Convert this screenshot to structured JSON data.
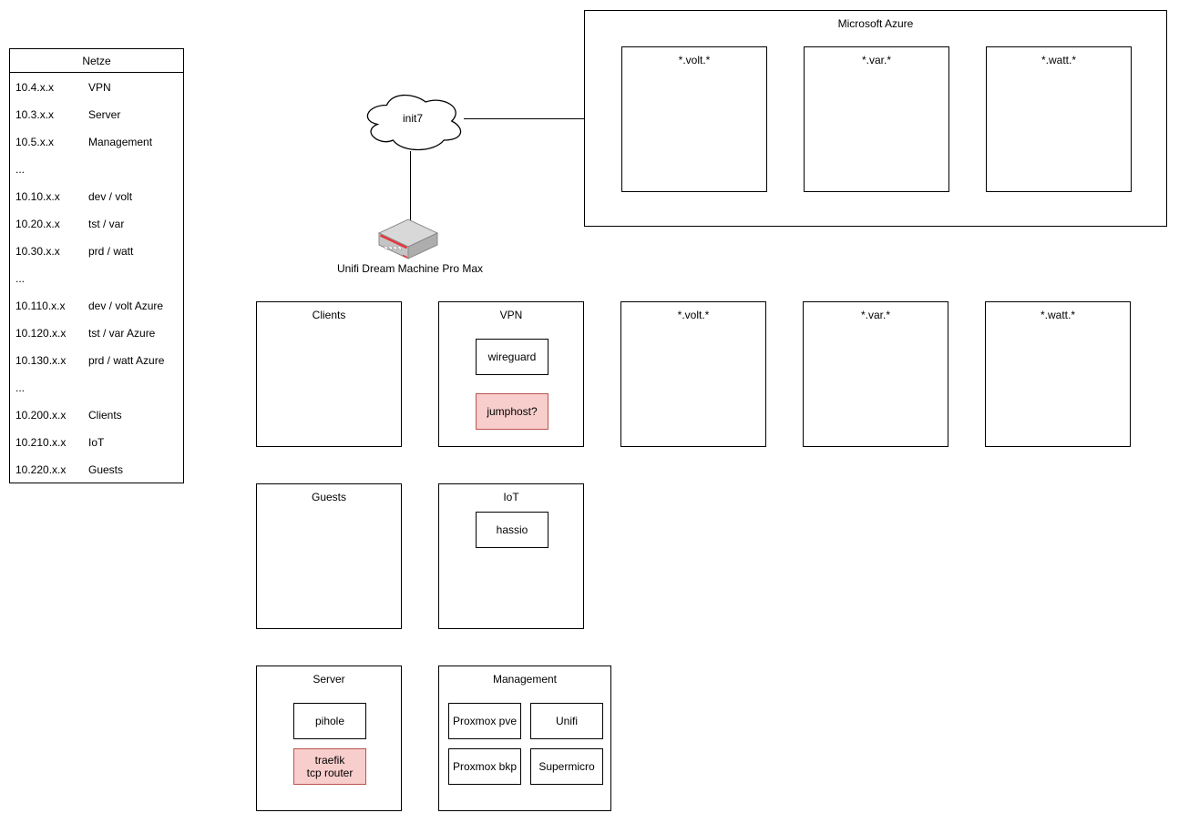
{
  "netze": {
    "title": "Netze",
    "rows": [
      {
        "ip": "10.4.x.x",
        "name": "VPN"
      },
      {
        "ip": "10.3.x.x",
        "name": "Server"
      },
      {
        "ip": "10.5.x.x",
        "name": "Management"
      },
      {
        "ip": "...",
        "name": ""
      },
      {
        "ip": "10.10.x.x",
        "name": "dev / volt"
      },
      {
        "ip": "10.20.x.x",
        "name": "tst / var"
      },
      {
        "ip": "10.30.x.x",
        "name": "prd / watt"
      },
      {
        "ip": "...",
        "name": ""
      },
      {
        "ip": "10.110.x.x",
        "name": "dev / volt Azure"
      },
      {
        "ip": "10.120.x.x",
        "name": "tst / var Azure"
      },
      {
        "ip": "10.130.x.x",
        "name": "prd / watt Azure"
      },
      {
        "ip": "...",
        "name": ""
      },
      {
        "ip": "10.200.x.x",
        "name": "Clients"
      },
      {
        "ip": "10.210.x.x",
        "name": "IoT"
      },
      {
        "ip": "10.220.x.x",
        "name": "Guests"
      }
    ]
  },
  "internet": {
    "cloud_label": "init7",
    "router_label": "Unifi Dream Machine Pro Max"
  },
  "azure": {
    "title": "Microsoft Azure",
    "boxes": [
      {
        "label": "*.volt.*"
      },
      {
        "label": "*.var.*"
      },
      {
        "label": "*.watt.*"
      }
    ]
  },
  "networks": {
    "clients": {
      "title": "Clients"
    },
    "vpn": {
      "title": "VPN",
      "items": [
        {
          "label": "wireguard"
        },
        {
          "label": "jumphost?"
        }
      ]
    },
    "volt": {
      "title": "*.volt.*"
    },
    "var": {
      "title": "*.var.*"
    },
    "watt": {
      "title": "*.watt.*"
    },
    "guests": {
      "title": "Guests"
    },
    "iot": {
      "title": "IoT",
      "items": [
        {
          "label": "hassio"
        }
      ]
    },
    "server": {
      "title": "Server",
      "items": [
        {
          "label": "pihole"
        },
        {
          "label": "traefik\ntcp router"
        }
      ]
    },
    "management": {
      "title": "Management",
      "items": [
        {
          "label": "Proxmox pve"
        },
        {
          "label": "Unifi"
        },
        {
          "label": "Proxmox bkp"
        },
        {
          "label": "Supermicro"
        }
      ]
    }
  },
  "colors": {
    "background": "#ffffff",
    "box_border": "#000000",
    "highlight_fill": "#f8cecc",
    "highlight_border": "#b85450",
    "router_red": "#e8343a"
  }
}
